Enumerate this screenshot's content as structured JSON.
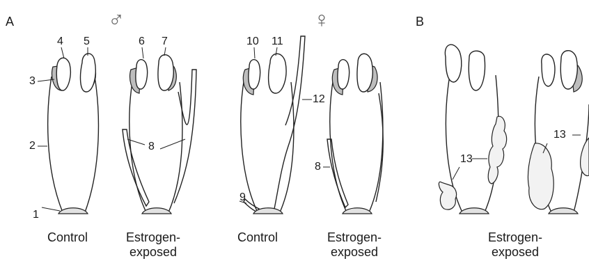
{
  "panels": {
    "a": "A",
    "b": "B"
  },
  "sex_symbols": {
    "male": "♂",
    "female": "♀"
  },
  "part_numbers": [
    "1",
    "2",
    "3",
    "4",
    "5",
    "6",
    "7",
    "8",
    "9",
    "10",
    "11",
    "12",
    "13"
  ],
  "captions": {
    "male_control": "Control",
    "male_exposed_line1": "Estrogen-",
    "male_exposed_line2": "exposed",
    "female_control": "Control",
    "female_exposed_line1": "Estrogen-",
    "female_exposed_line2": "exposed",
    "b_exposed_line1": "Estrogen-",
    "b_exposed_line2": "exposed"
  },
  "colors": {
    "line": "#222222",
    "shade": "#bdbdbd"
  }
}
